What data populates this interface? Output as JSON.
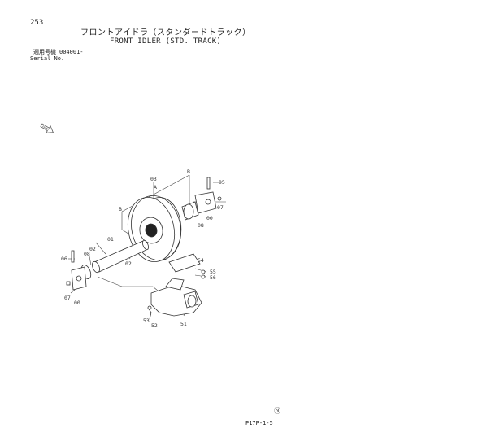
{
  "page_number": "253",
  "title_jp": "フロントアイドラ（スタンダードトラック）",
  "title_en": "FRONT IDLER (STD. TRACK)",
  "serial": {
    "label_jp": "適用号機",
    "value": "004001-",
    "label_en": "Serial No."
  },
  "front_mark": "FRONT",
  "callouts": {
    "c01": "01",
    "c02a": "02",
    "c02b": "02",
    "c03": "03",
    "c05": "05",
    "c06": "06",
    "c07a": "07",
    "c07b": "07",
    "c08a": "08",
    "c08b": "08",
    "c00a": "00",
    "c00b": "00",
    "c51": "51",
    "c52": "52",
    "c53": "53",
    "c54": "54",
    "c55": "55",
    "c56": "56",
    "cA": "A",
    "cB1": "B",
    "cB2": "B"
  },
  "footer_code": "P17P-1-5",
  "footer_symbol": "Ⓝ"
}
